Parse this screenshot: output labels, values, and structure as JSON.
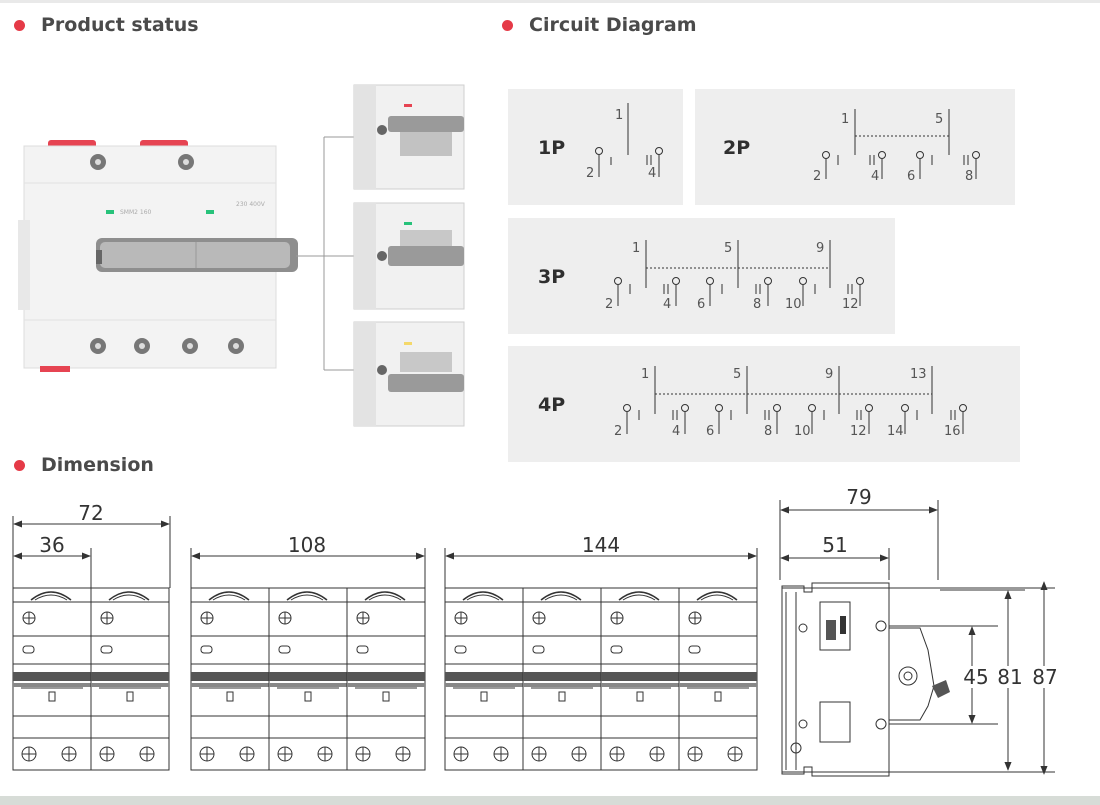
{
  "colors": {
    "accent": "#e53a47",
    "panel": "#eeeeee",
    "line": "#333333"
  },
  "sections": {
    "product_status": "Product status",
    "circuit_diagram": "Circuit Diagram",
    "dimension": "Dimension"
  },
  "circuit": {
    "p1": {
      "label": "1P",
      "terms": [
        "1",
        "2",
        "4"
      ]
    },
    "p2": {
      "label": "2P",
      "terms": [
        "1",
        "5",
        "2",
        "4",
        "6",
        "8"
      ]
    },
    "p3": {
      "label": "3P",
      "terms": [
        "1",
        "5",
        "9",
        "2",
        "4",
        "6",
        "8",
        "10",
        "12"
      ]
    },
    "p4": {
      "label": "4P",
      "terms": [
        "1",
        "5",
        "9",
        "13",
        "2",
        "4",
        "6",
        "8",
        "10",
        "12",
        "14",
        "16"
      ]
    }
  },
  "dimensions": {
    "d1": {
      "total": "72",
      "half": "36"
    },
    "d2": {
      "total": "108"
    },
    "d3": {
      "total": "144"
    },
    "side": {
      "depth": "79",
      "inner": "51",
      "h1": "45",
      "h2": "81",
      "h3": "87"
    }
  }
}
